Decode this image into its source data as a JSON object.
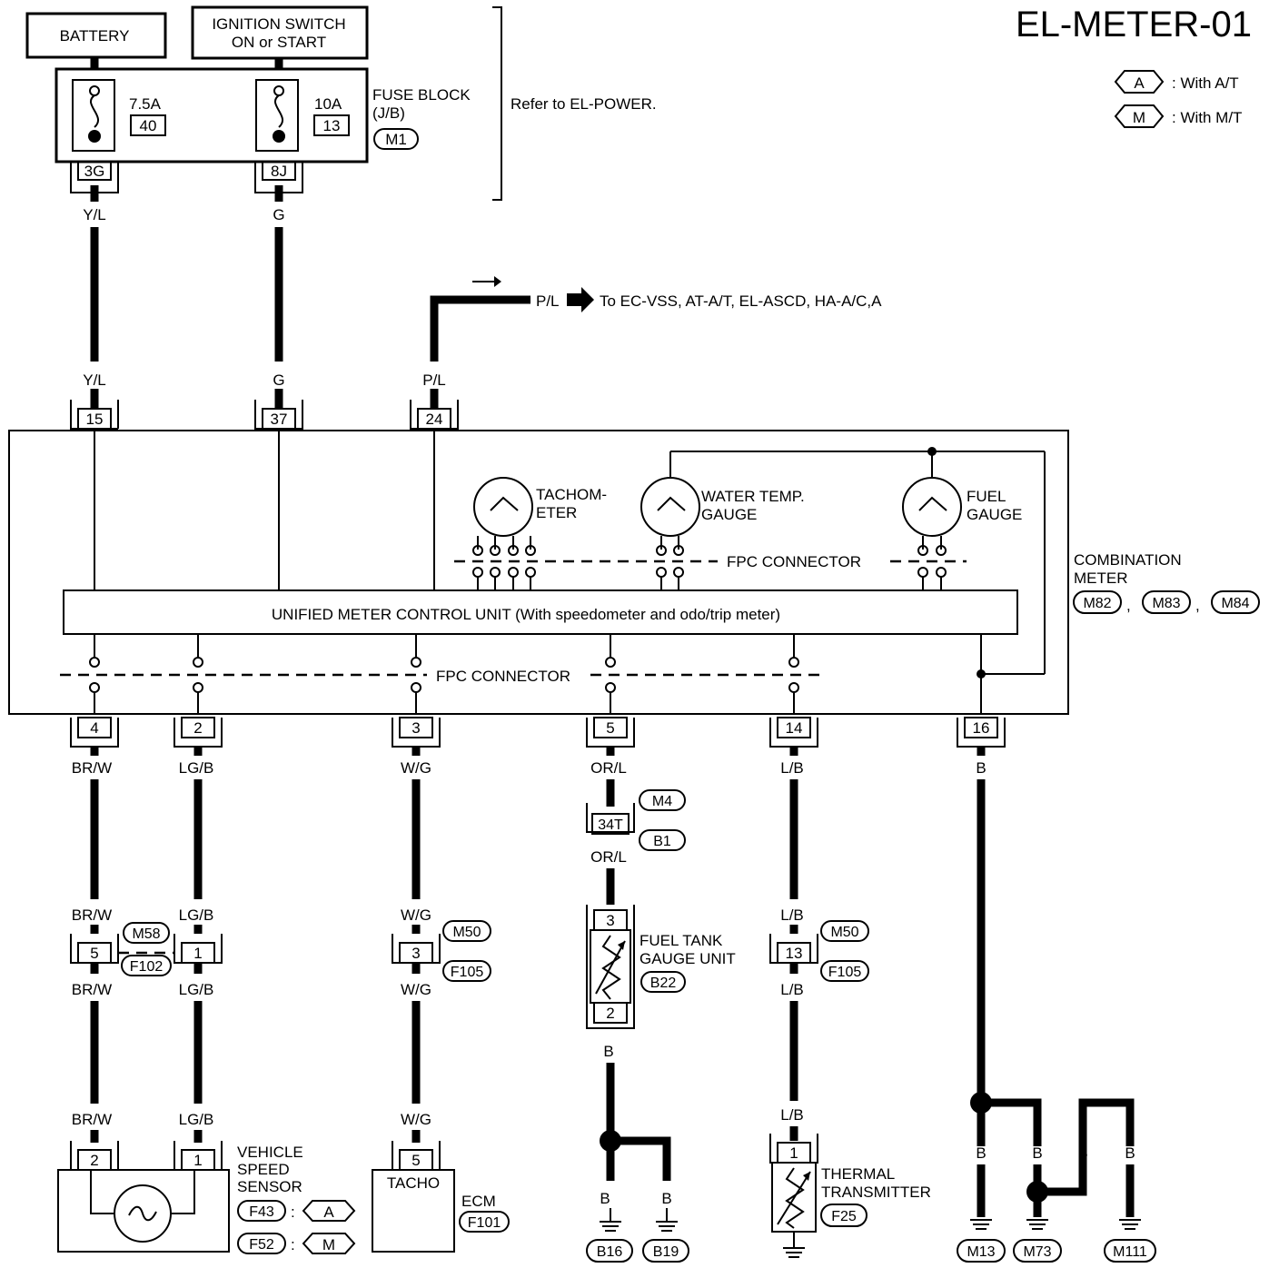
{
  "title": "EL-METER-01",
  "legend": [
    {
      "code": "A",
      "desc": ": With A/T"
    },
    {
      "code": "M",
      "desc": ": With M/T"
    }
  ],
  "sources": {
    "battery": "BATTERY",
    "ignition_line1": "IGNITION SWITCH",
    "ignition_line2": "ON or START"
  },
  "fuses": {
    "f1_rating": "7.5A",
    "f1_num": "40",
    "f2_rating": "10A",
    "f2_num": "13",
    "block_line1": "FUSE BLOCK",
    "block_line2": "(J/B)",
    "block_conn": "M1",
    "f1_term": "3G",
    "f2_term": "8J",
    "refer": "Refer to EL-POWER."
  },
  "top_wires": {
    "w1": "Y/L",
    "w2": "G",
    "w3": "P/L",
    "branch_color": "P/L",
    "branch_dest": "To EC-VSS, AT-A/T, EL-ASCD, HA-A/C,A",
    "pin1": "15",
    "pin2": "37",
    "pin3": "24"
  },
  "meter": {
    "tach_l1": "TACHOM-",
    "tach_l2": "ETER",
    "water_l1": "WATER TEMP.",
    "water_l2": "GAUGE",
    "fuel_l1": "FUEL",
    "fuel_l2": "GAUGE",
    "fpc_top": "FPC CONNECTOR",
    "fpc_bottom": "FPC CONNECTOR",
    "unit_label": "UNIFIED METER CONTROL UNIT (With speedometer and odo/trip meter)",
    "comb_l1": "COMBINATION",
    "comb_l2": "METER",
    "conn1": "M82",
    "conn2": "M83",
    "conn3": "M84",
    "sep": ","
  },
  "bottom_pins": [
    "4",
    "2",
    "3",
    "5",
    "14",
    "16"
  ],
  "bottom_wires": [
    "BR/W",
    "LG/B",
    "W/G",
    "OR/L",
    "L/B",
    "B"
  ],
  "mid": {
    "c1_pin": "5",
    "c2_pin": "1",
    "c3_pin": "3",
    "c5_pin": "13",
    "m58": "M58",
    "f102": "F102",
    "m50a": "M50",
    "f105a": "F105",
    "m50b": "M50",
    "f105b": "F105",
    "m4": "M4",
    "b1": "B1",
    "pin34t": "34T"
  },
  "fuel_tank": {
    "pin_top": "3",
    "pin_bot": "2",
    "l1": "FUEL TANK",
    "l2": "GAUGE UNIT",
    "conn": "B22",
    "ground_wire": "B",
    "g1": "B16",
    "g2": "B19"
  },
  "thermal": {
    "pin": "1",
    "l1": "THERMAL",
    "l2": "TRANSMITTER",
    "conn": "F25"
  },
  "vss": {
    "pin_a": "2",
    "pin_b": "1",
    "l1": "VEHICLE",
    "l2": "SPEED",
    "l3": "SENSOR",
    "conn_a": "F43",
    "conn_b": "F52",
    "colon": ":",
    "opt_a": "A",
    "opt_b": "M"
  },
  "ecm": {
    "pin": "5",
    "inner": "TACHO",
    "label": "ECM",
    "conn": "F101"
  },
  "grounds": {
    "wire": "B",
    "g1": "M13",
    "g2": "M73",
    "g3": "M111"
  }
}
